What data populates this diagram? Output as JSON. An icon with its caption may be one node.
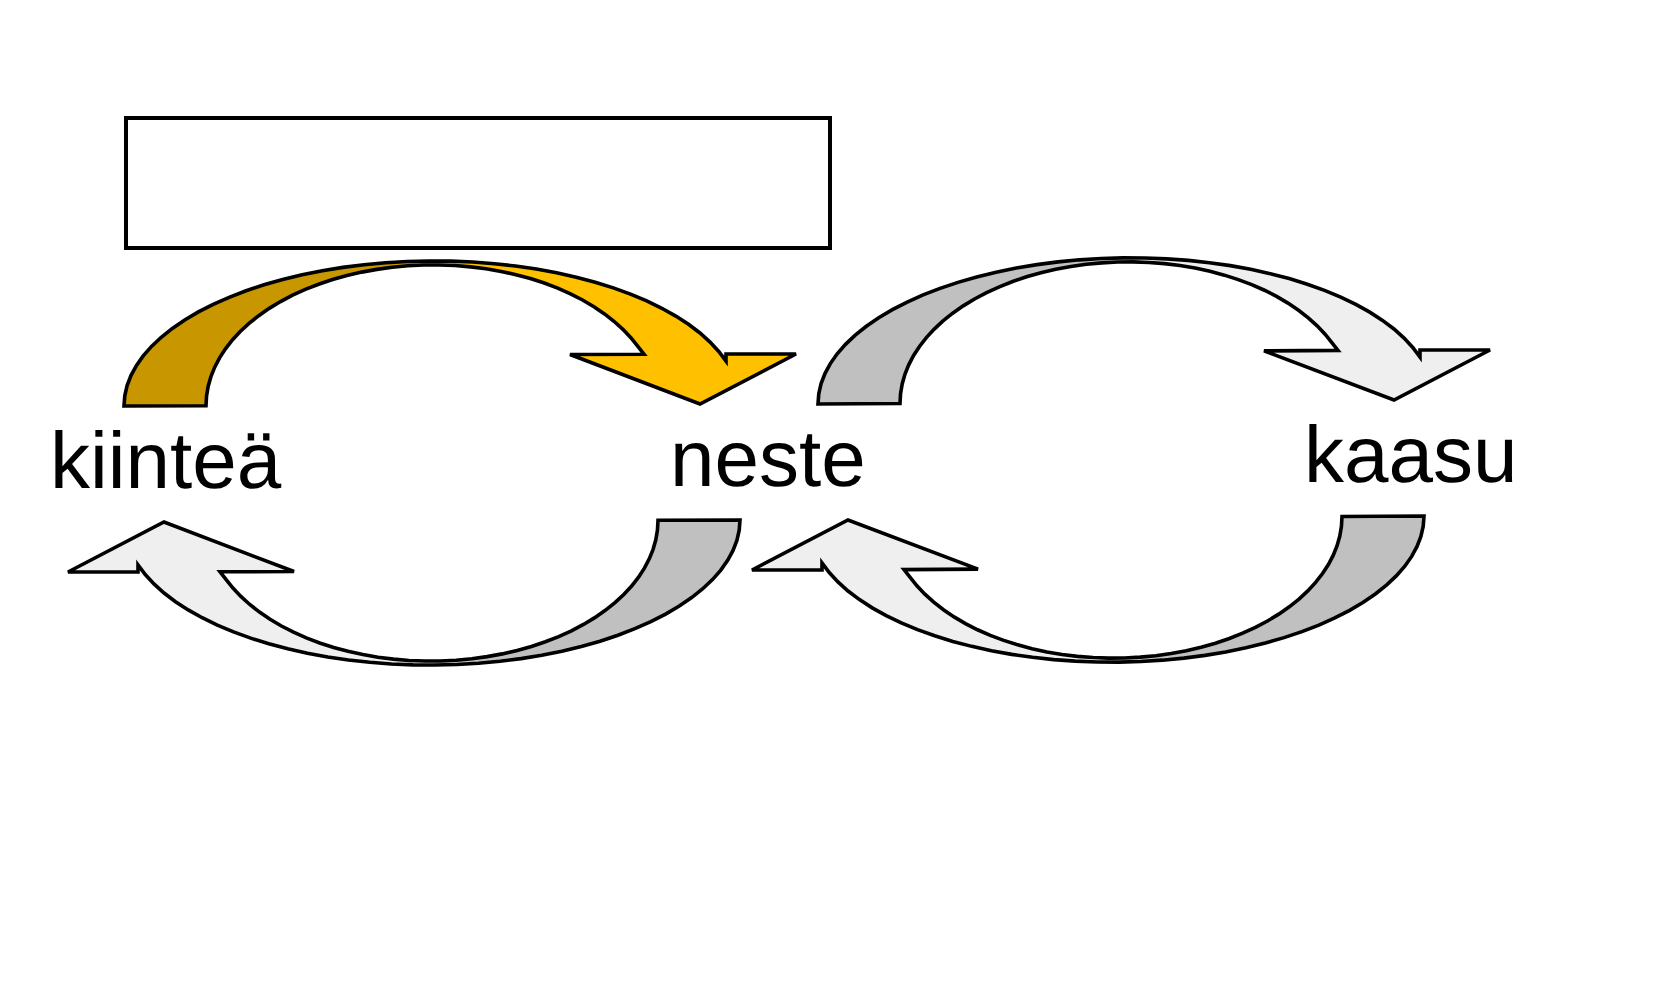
{
  "diagram": {
    "nodes": [
      {
        "text": [],
        "shape": "box"
      },
      {
        "text": [
          "kiinteä"
        ]
      },
      {
        "text": [
          "neste"
        ]
      },
      {
        "text": [
          "kaasu"
        ]
      }
    ],
    "edges": [
      {
        "from": 1,
        "to": 2,
        "arrow": "to",
        "color": "#ffc000"
      },
      {
        "from": 2,
        "to": 3,
        "arrow": "to"
      },
      {
        "from": 2,
        "to": 1,
        "arrow": "to"
      },
      {
        "from": 3,
        "to": 2,
        "arrow": "to"
      }
    ]
  }
}
